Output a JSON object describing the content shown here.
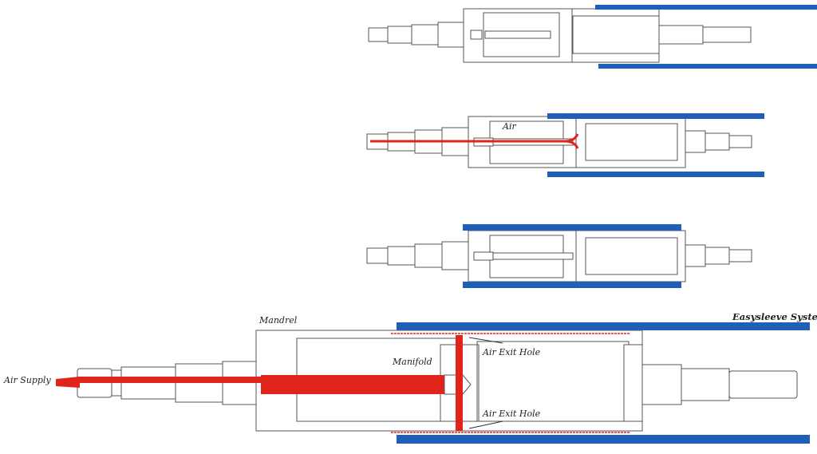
{
  "diagram": {
    "title": "Easysleeve System",
    "colors": {
      "sleeve": "#1f5fb8",
      "air": "#e0241b",
      "outline": "#555555"
    },
    "stages": [
      {
        "name": "stage-1",
        "sleeve_state": "approaching",
        "air_on": false
      },
      {
        "name": "stage-2",
        "sleeve_state": "mounting",
        "air_on": true,
        "air_label": "Air"
      },
      {
        "name": "stage-3",
        "sleeve_state": "mounted",
        "air_on": false
      }
    ],
    "detail": {
      "labels": {
        "mandrel": "Mandrel",
        "system": "Easysleeve System",
        "air_supply": "Air Supply",
        "manifold": "Manifold",
        "air_exit_hole_top": "Air Exit Hole",
        "air_exit_hole_bottom": "Air Exit Hole"
      }
    }
  }
}
